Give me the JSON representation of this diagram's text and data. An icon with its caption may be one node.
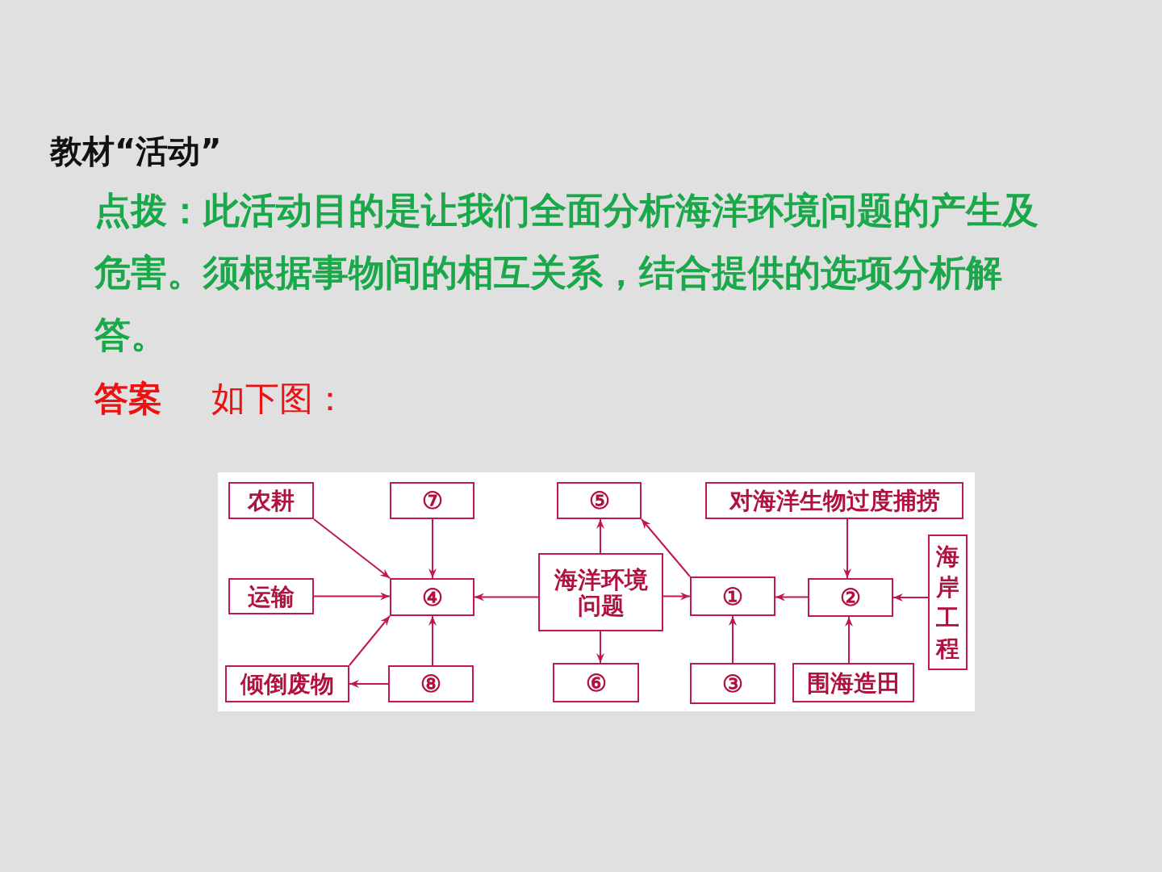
{
  "diagram": {
    "title": "教材“活动”",
    "nodes": [
      {
        "text": [
          "农耕"
        ]
      },
      {
        "text": [
          "⑦"
        ]
      },
      {
        "text": [
          "⑤"
        ]
      },
      {
        "text": [
          "对海洋生物过度捕捞"
        ]
      },
      {
        "text": [
          "运输"
        ]
      },
      {
        "text": [
          "④"
        ]
      },
      {
        "text": [
          "海洋环境问题"
        ]
      },
      {
        "text": [
          "①"
        ]
      },
      {
        "text": [
          "②"
        ]
      },
      {
        "text": [
          "海岸工程"
        ]
      },
      {
        "text": [
          "倾倒废物"
        ]
      },
      {
        "text": [
          "⑧"
        ]
      },
      {
        "text": [
          "⑥"
        ]
      },
      {
        "text": [
          "③"
        ]
      },
      {
        "text": [
          "围海造田"
        ]
      }
    ],
    "edges": [
      {
        "from": 0,
        "to": 5,
        "arrow": "to"
      },
      {
        "from": 1,
        "to": 5,
        "arrow": "to"
      },
      {
        "from": 4,
        "to": 5,
        "arrow": "to"
      },
      {
        "from": 10,
        "to": 5,
        "arrow": "to"
      },
      {
        "from": 11,
        "to": 5,
        "arrow": "to"
      },
      {
        "from": 11,
        "to": 10,
        "arrow": "to"
      },
      {
        "from": 6,
        "to": 5,
        "arrow": "to"
      },
      {
        "from": 6,
        "to": 2,
        "arrow": "to"
      },
      {
        "from": 6,
        "to": 7,
        "arrow": "to"
      },
      {
        "from": 6,
        "to": 12,
        "arrow": "to"
      },
      {
        "from": 7,
        "to": 2,
        "arrow": "to"
      },
      {
        "from": 8,
        "to": 7,
        "arrow": "to"
      },
      {
        "from": 3,
        "to": 8,
        "arrow": "to"
      },
      {
        "from": 9,
        "to": 8,
        "arrow": "to"
      },
      {
        "from": 13,
        "to": 7,
        "arrow": "to"
      },
      {
        "from": 14,
        "to": 8,
        "arrow": "to"
      }
    ],
    "labels": [
      "点拨：此活动目的是让我们全面分析海洋环境问题的产生及危害。须根据事物间的相互关系，结合提供的选项分析解答。",
      "答案",
      "如下图："
    ]
  }
}
